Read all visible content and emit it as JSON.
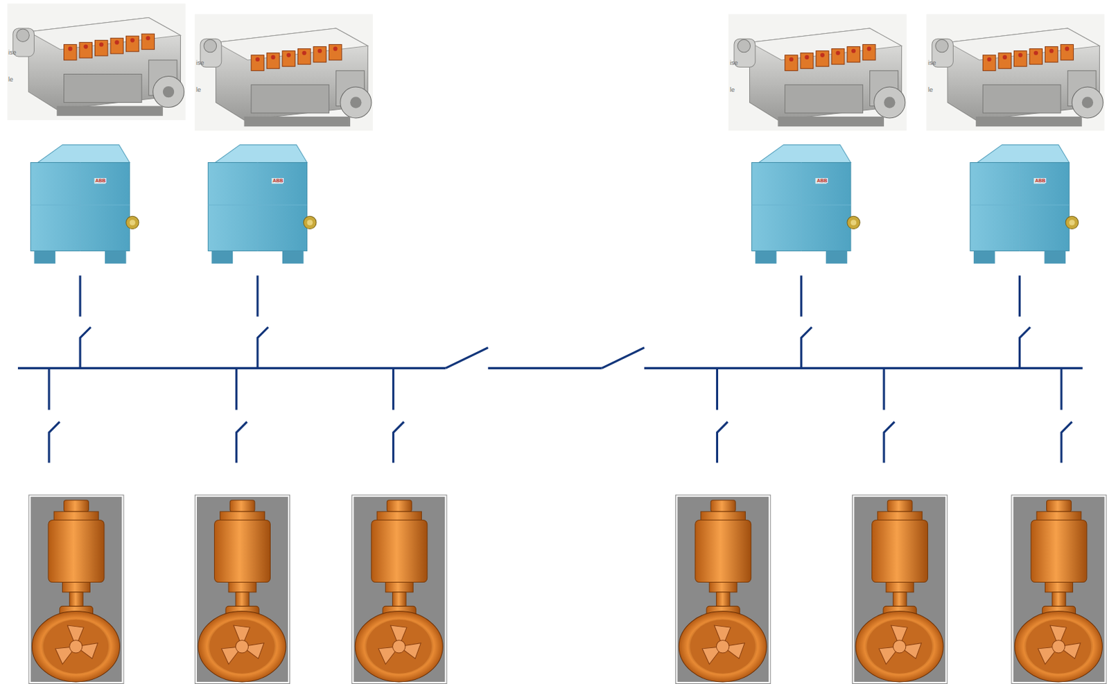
{
  "diagram": {
    "labels": [
      "ise",
      "le",
      "ise",
      "le",
      "ise",
      "le",
      "ise",
      "le",
      "ABB",
      "ABB",
      "ABB",
      "ABB"
    ]
  }
}
